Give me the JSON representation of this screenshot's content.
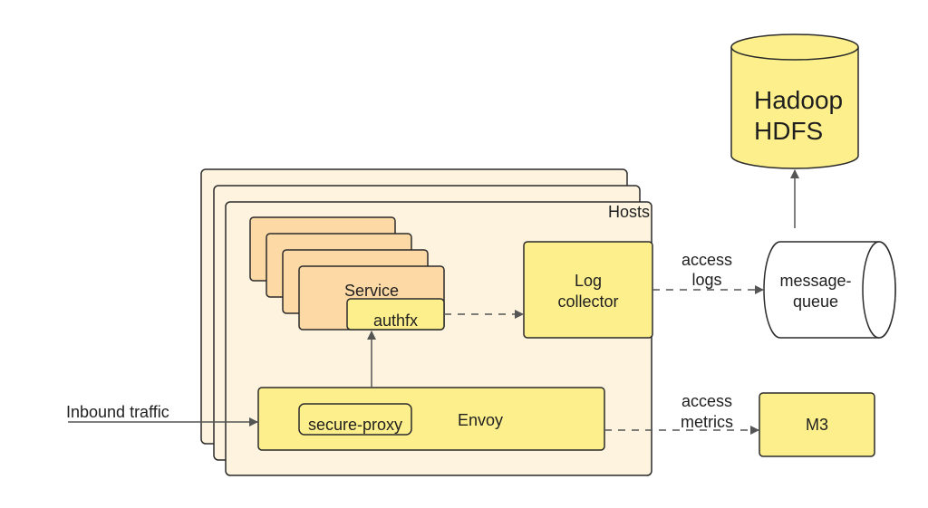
{
  "hosts": {
    "label": "Hosts"
  },
  "service": {
    "label": "Service"
  },
  "authfx": {
    "label": "authfx"
  },
  "log_collector": {
    "line1": "Log",
    "line2": "collector"
  },
  "envoy": {
    "label": "Envoy"
  },
  "secure_proxy": {
    "label": "secure-proxy"
  },
  "inbound": {
    "label": "Inbound traffic"
  },
  "access_logs": {
    "line1": "access",
    "line2": "logs"
  },
  "access_metrics": {
    "line1": "access",
    "line2": "metrics"
  },
  "message_queue": {
    "line1": "message-",
    "line2": "queue"
  },
  "m3": {
    "label": "M3"
  },
  "hdfs": {
    "line1": "Hadoop",
    "line2": "HDFS"
  },
  "colors": {
    "host_fill": "#fdf3de",
    "service_fill": "#fcd9a5",
    "component_fill": "#fdf08c",
    "stroke": "#2b2b2b",
    "arrow": "#555555"
  }
}
